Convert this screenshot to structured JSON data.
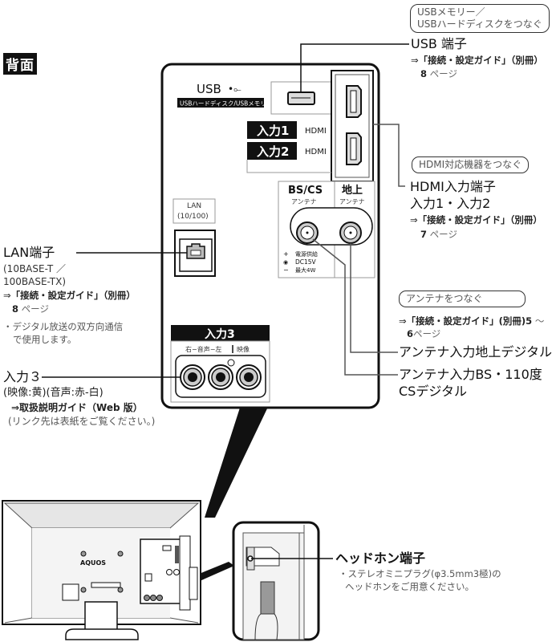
{
  "section_title": "背面",
  "panel": {
    "usb_label": "USB",
    "usb_sublabel": "USBハードディスク/USBメモリー用",
    "input1": "入力1",
    "input2": "入力2",
    "hdmi": "HDMI",
    "lan_label_1": "LAN",
    "lan_label_2": "(10/100)",
    "bscs": "BS/CS",
    "chijo": "地上",
    "antenna": "アンテナ",
    "power_1": "電源供給",
    "power_2": "DC15V",
    "power_3": "最大4W",
    "input3": "入力3",
    "audio_label": "右−音声−左",
    "video_label": "映像",
    "tv_logo": "AQUOS"
  },
  "callouts": {
    "usb": {
      "pill_line1": "USBメモリー／",
      "pill_line2": "USBハードディスクをつなぐ",
      "title": "USB 端子",
      "ref_prefix": "⇒",
      "ref_bold": "「接続・設定ガイド」（別冊）",
      "page_num": "8",
      "page_suffix": "ページ"
    },
    "hdmi": {
      "pill": "HDMI対応機器をつなぐ",
      "title_line1": "HDMI入力端子",
      "title_line2": "入力1・入力2",
      "ref_prefix": "⇒",
      "ref_bold": "「接続・設定ガイド」（別冊）",
      "page_num": "7",
      "page_suffix": "ページ"
    },
    "antenna": {
      "pill": "アンテナをつなぐ",
      "ref_prefix": "⇒",
      "ref_bold": "「接続・設定ガイド」(別冊)5",
      "ref_tail": "〜",
      "page_num": "6",
      "page_suffix": "ページ",
      "terrestrial": "アンテナ入力地上デジタル",
      "bs_line1": "アンテナ入力BS・110度",
      "bs_line2": "CSデジタル"
    },
    "lan": {
      "title": "LAN端子",
      "spec_line1": "(10BASE-T ／",
      "spec_line2": "100BASE-TX)",
      "ref_prefix": "⇒",
      "ref_bold": "「接続・設定ガイド」（別冊）",
      "page_num": "8",
      "page_suffix": "ページ",
      "note_line1": "・デジタル放送の双方向通信",
      "note_line2": "で使用します。"
    },
    "input3": {
      "title": "入力３",
      "spec": "(映像:黄)(音声:赤-白)",
      "ref": "⇒取扱説明ガイド（Web 版）",
      "note": "(リンク先は表紙をご覧ください。)"
    },
    "headphone": {
      "title": "ヘッドホン端子",
      "note_line1": "・ステレオミニプラグ(φ3.5mm3極)の",
      "note_line2": "ヘッドホンをご用意ください。"
    }
  }
}
